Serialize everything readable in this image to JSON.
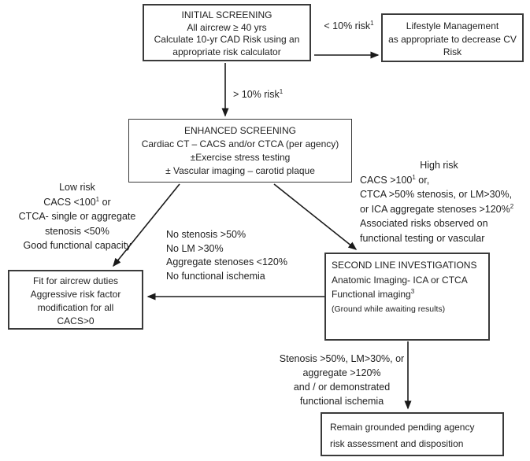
{
  "colors": {
    "ink": "#1f1f1f",
    "border": "#3a3a3a",
    "background": "#ffffff"
  },
  "boxes": {
    "initial": {
      "lines": [
        "INITIAL SCREENING",
        "All aircrew ≥ 40 yrs",
        "Calculate 10-yr CAD Risk using an",
        "appropriate risk calculator"
      ]
    },
    "lifestyle": {
      "lines": [
        "Lifestyle Management",
        "as appropriate to decrease CV",
        "Risk"
      ]
    },
    "enhanced": {
      "lines": [
        "ENHANCED SCREENING",
        "Cardiac CT – CACS and/or CTCA (per agency)",
        "±Exercise stress testing",
        "± Vascular imaging – carotid plaque"
      ]
    },
    "fit": {
      "lines": [
        "Fit for aircrew duties",
        "Aggressive risk factor",
        "modification for all",
        "CACS>0"
      ]
    },
    "second": {
      "title": "SECOND LINE INVESTIGATIONS",
      "line2": "Anatomic Imaging- ICA or CTCA",
      "line3_pre": "Functional imaging",
      "line3_sup": "3",
      "line4": "(Ground while awaiting results)"
    },
    "remain": {
      "lines": [
        "Remain grounded pending agency",
        "risk assessment and disposition"
      ]
    }
  },
  "labels": {
    "lt10": {
      "pre": "< 10% risk",
      "sup": "1"
    },
    "gt10": {
      "pre": "> 10% risk",
      "sup": "1"
    },
    "low": {
      "l1": "Low risk",
      "l2_pre": "CACS <100",
      "l2_sup": "1",
      "l2_post": " or",
      "l3": "CTCA- single or aggregate",
      "l4": "stenosis <50%",
      "l5": "Good functional capacity"
    },
    "high": {
      "l1": "High risk",
      "l2_pre": "CACS >100",
      "l2_sup": "1",
      "l2_post": " or,",
      "l3": "CTCA >50% stenosis, or LM>30%,",
      "l4_pre": "or ICA aggregate stenoses >120%",
      "l4_sup": "2",
      "l5": "Associated risks observed on",
      "l6": "functional testing or vascular"
    },
    "mid": {
      "lines": [
        "No stenosis >50%",
        "No LM >30%",
        "Aggregate stenoses <120%",
        "No functional ischemia"
      ]
    },
    "outcome": {
      "lines": [
        "Stenosis >50%, LM>30%, or",
        "aggregate >120%",
        "and / or demonstrated",
        "functional ischemia"
      ]
    }
  }
}
